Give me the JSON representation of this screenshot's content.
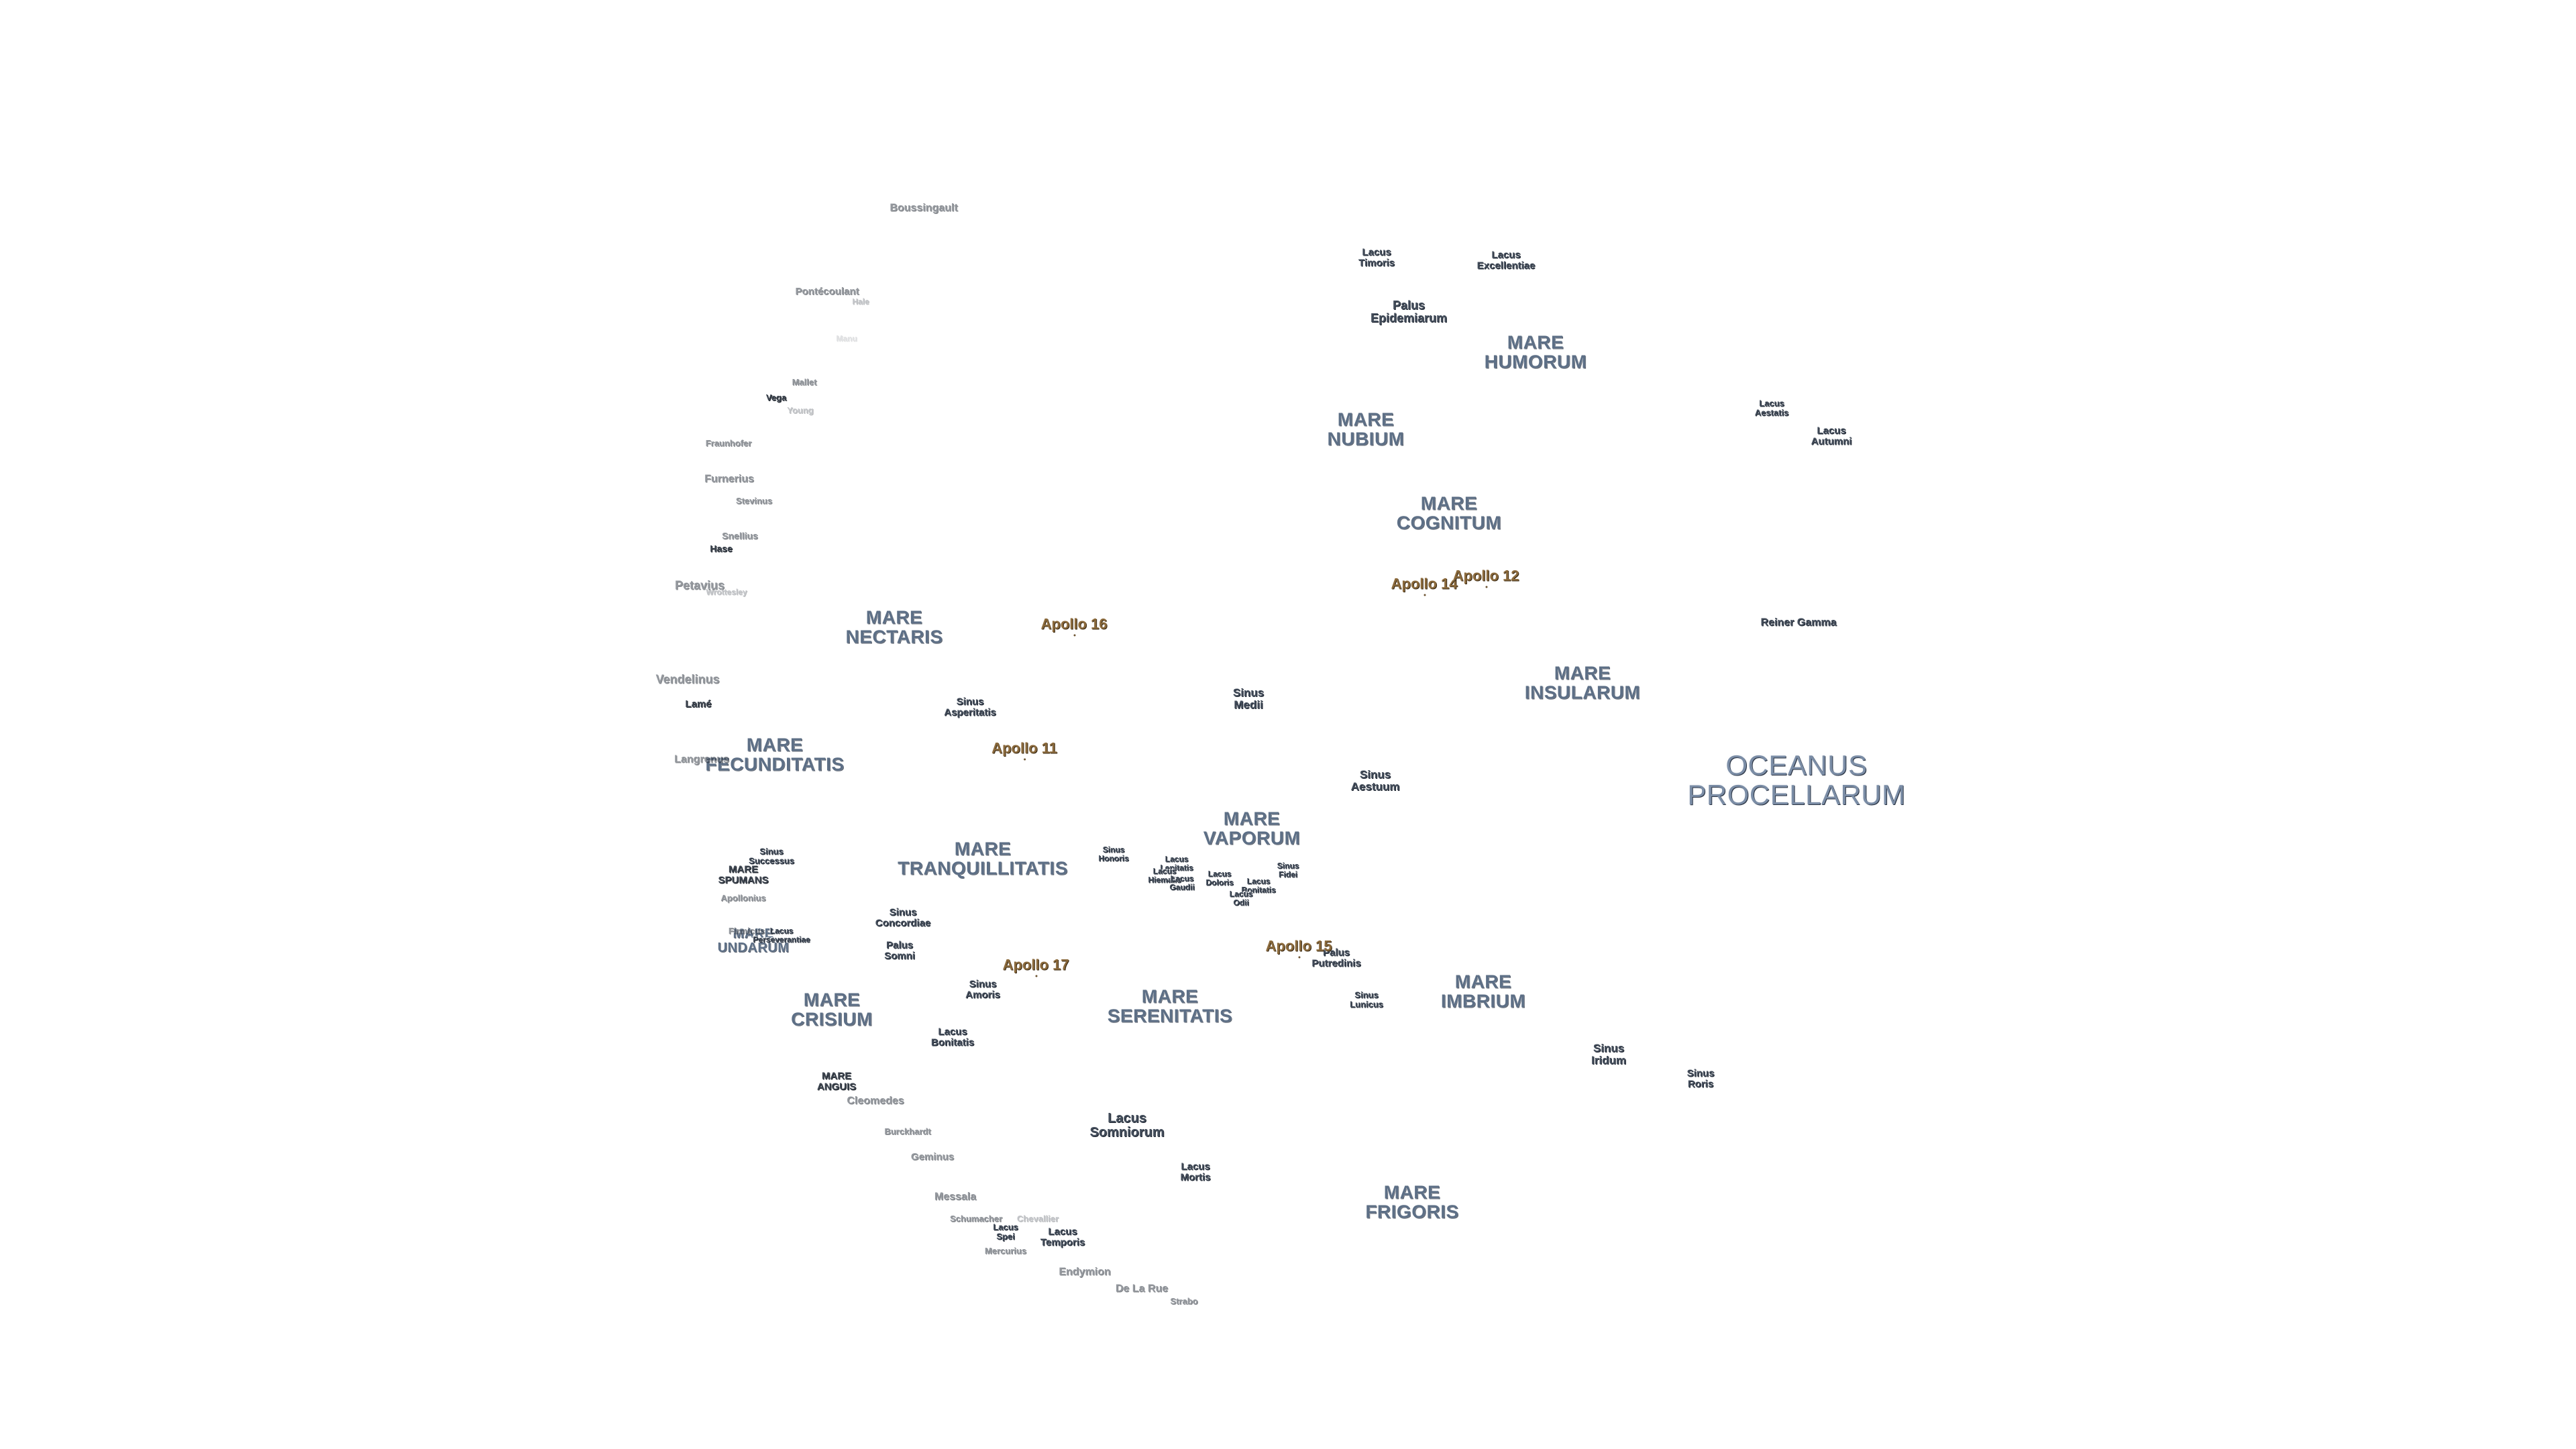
{
  "map": {
    "maria": [
      {
        "name": "MARE\nHUMORUM"
      },
      {
        "name": "MARE\nNUBIUM"
      },
      {
        "name": "MARE\nCOGNITUM"
      },
      {
        "name": "MARE\nNECTARIS"
      },
      {
        "name": "MARE\nINSULARUM"
      },
      {
        "name": "MARE\nFECUNDITATIS"
      },
      {
        "name": "MARE\nVAPORUM"
      },
      {
        "name": "MARE\nTRANQUILLITATIS"
      },
      {
        "name": "MARE\nSPUMANS"
      },
      {
        "name": "MARE\nUNDARUM"
      },
      {
        "name": "MARE\nCRISIUM"
      },
      {
        "name": "MARE\nSERENITATIS"
      },
      {
        "name": "MARE\nIMBRIUM"
      },
      {
        "name": "MARE\nANGUIS"
      },
      {
        "name": "MARE\nFRIGORIS"
      },
      {
        "name": "OCEANUS\nPROCELLARUM"
      }
    ],
    "minor_features": [
      {
        "name": "Lacus\nTimoris"
      },
      {
        "name": "Lacus\nExcellentiae"
      },
      {
        "name": "Palus\nEpidemiarum"
      },
      {
        "name": "Lacus\nAestatis"
      },
      {
        "name": "Lacus\nAutumni"
      },
      {
        "name": "Sinus\nAsperitatis"
      },
      {
        "name": "Sinus\nMedii"
      },
      {
        "name": "Sinus\nAestuum"
      },
      {
        "name": "Sinus\nSuccessus"
      },
      {
        "name": "Sinus\nHonoris"
      },
      {
        "name": "Lacus\nLenitatis"
      },
      {
        "name": "Lacus\nHiemalis"
      },
      {
        "name": "Lacus\nGaudii"
      },
      {
        "name": "Lacus\nDoloris"
      },
      {
        "name": "Lacus\nBonitatis"
      },
      {
        "name": "Lacus\nOdii"
      },
      {
        "name": "Sinus\nFidei"
      },
      {
        "name": "Sinus\nConcordiae"
      },
      {
        "name": "Palus\nSomni"
      },
      {
        "name": "Lacus\nPerseverantiae"
      },
      {
        "name": "Palus\nPutredinis"
      },
      {
        "name": "Sinus\nAmoris"
      },
      {
        "name": "Sinus\nLunicus"
      },
      {
        "name": "Lacus\nBonitatis"
      },
      {
        "name": "Sinus\nIridum"
      },
      {
        "name": "Sinus\nRoris"
      },
      {
        "name": "Lacus\nSomniorum"
      },
      {
        "name": "Lacus\nMortis"
      },
      {
        "name": "Lacus\nSpei"
      },
      {
        "name": "Lacus\nTemporis"
      },
      {
        "name": "Reiner Gamma"
      }
    ],
    "craters": [
      {
        "name": "Boussingault"
      },
      {
        "name": "Pontécoulant"
      },
      {
        "name": "Hale"
      },
      {
        "name": "Manu"
      },
      {
        "name": "Mallet"
      },
      {
        "name": "Vega"
      },
      {
        "name": "Young"
      },
      {
        "name": "Fraunhofer"
      },
      {
        "name": "Furnerius"
      },
      {
        "name": "Stevinus"
      },
      {
        "name": "Snellius"
      },
      {
        "name": "Hase"
      },
      {
        "name": "Petavius"
      },
      {
        "name": "Wrottesley"
      },
      {
        "name": "Vendelinus"
      },
      {
        "name": "Lamé"
      },
      {
        "name": "Langrenus"
      },
      {
        "name": "Apollonius"
      },
      {
        "name": "Firmicus"
      },
      {
        "name": "Cleomedes"
      },
      {
        "name": "Burckhardt"
      },
      {
        "name": "Geminus"
      },
      {
        "name": "Messala"
      },
      {
        "name": "Schumacher"
      },
      {
        "name": "Chevallier"
      },
      {
        "name": "Mercurius"
      },
      {
        "name": "Endymion"
      },
      {
        "name": "De La Rue"
      },
      {
        "name": "Strabo"
      }
    ],
    "apollo_sites": [
      {
        "name": "Apollo 16"
      },
      {
        "name": "Apollo 14"
      },
      {
        "name": "Apollo 12"
      },
      {
        "name": "Apollo 11"
      },
      {
        "name": "Apollo 17"
      },
      {
        "name": "Apollo 15"
      }
    ]
  }
}
